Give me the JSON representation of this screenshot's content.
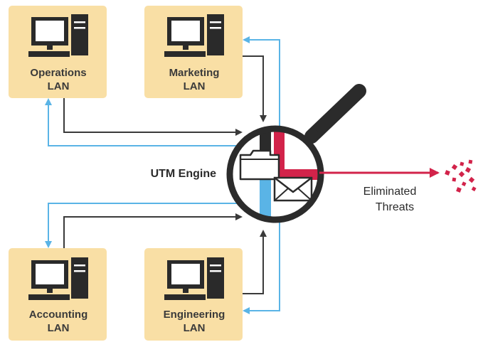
{
  "colors": {
    "lan_box": "#f9dfa5",
    "computer": "#2a2a2a",
    "screen": "#ffffff",
    "flow_in": "#3a3a3a",
    "flow_out": "#5ab4e6",
    "threat": "#d2234a",
    "magnifier": "#2b2b2b"
  },
  "lans": [
    {
      "id": "operations",
      "line1": "Operations",
      "line2": "LAN",
      "icon": "computer-icon"
    },
    {
      "id": "marketing",
      "line1": "Marketing",
      "line2": "LAN",
      "icon": "computer-icon"
    },
    {
      "id": "accounting",
      "line1": "Accounting",
      "line2": "LAN",
      "icon": "computer-icon"
    },
    {
      "id": "engineering",
      "line1": "Engineering",
      "line2": "LAN",
      "icon": "computer-icon"
    }
  ],
  "engine": {
    "label": "UTM Engine",
    "icon": "magnifier-icon"
  },
  "threats": {
    "line1": "Eliminated",
    "line2": "Threats",
    "icon": "scattered-particles-icon"
  }
}
